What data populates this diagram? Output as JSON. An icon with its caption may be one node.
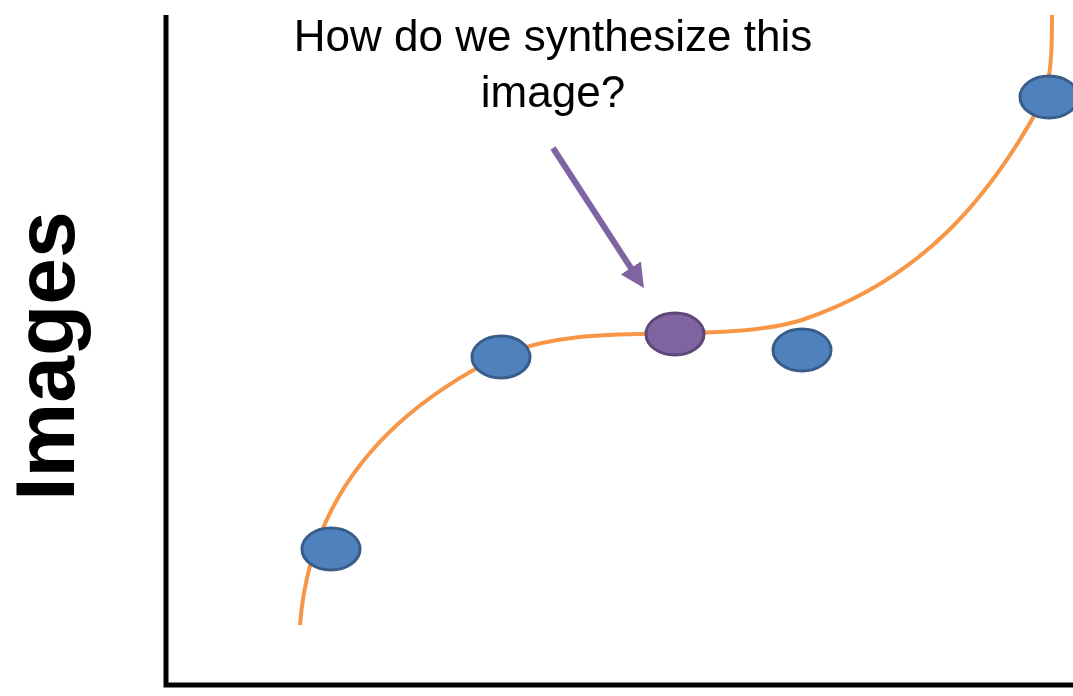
{
  "diagram": {
    "nodes": [
      {
        "text": [
          "How do we synthesize this image?"
        ]
      },
      {
        "text": [],
        "shape": "circle"
      },
      {
        "text": [],
        "shape": "circle"
      },
      {
        "text": [],
        "shape": "circle"
      },
      {
        "text": [],
        "shape": "circle"
      },
      {
        "text": [],
        "shape": "circle"
      }
    ],
    "edges": [
      {
        "from": 0,
        "to": 3,
        "arrow": "to",
        "color": "#8064a2"
      }
    ],
    "labels": [
      "Images"
    ]
  }
}
